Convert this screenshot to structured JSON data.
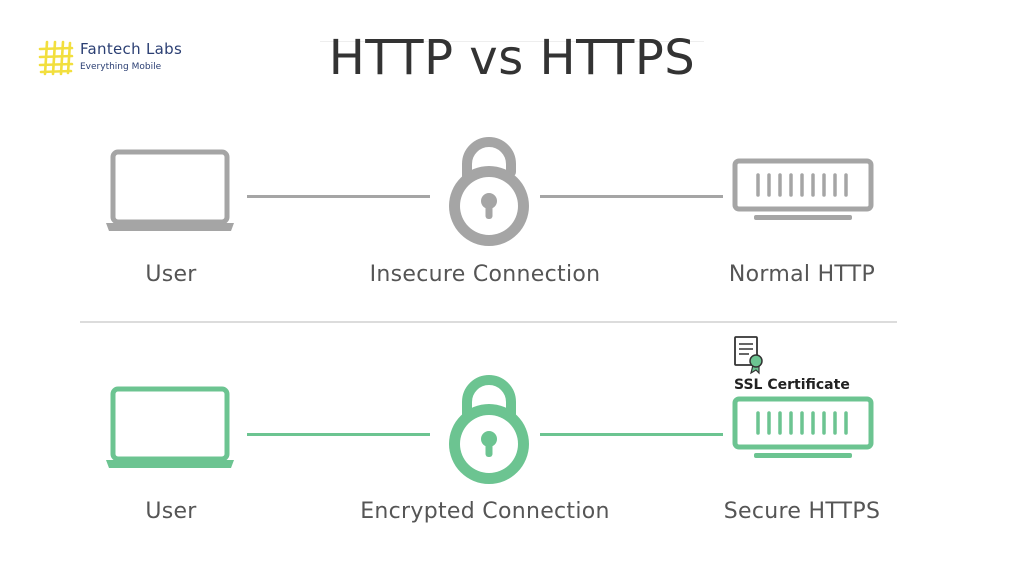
{
  "logo": {
    "name": "Fantech Labs",
    "tagline": "Everything Mobile"
  },
  "title": "HTTP vs HTTPS",
  "colors": {
    "insecure": "#a5a5a5",
    "secure": "#6cc491",
    "logo_mark": "#f2df3e",
    "logo_text": "#2b3f73",
    "label_text": "#555555"
  },
  "rows": [
    {
      "user_label": "User",
      "connection_label": "Insecure Connection",
      "server_label": "Normal HTTP"
    },
    {
      "user_label": "User",
      "connection_label": "Encrypted Connection",
      "server_label": "Secure HTTPS",
      "certificate_label": "SSL Certificate"
    }
  ]
}
